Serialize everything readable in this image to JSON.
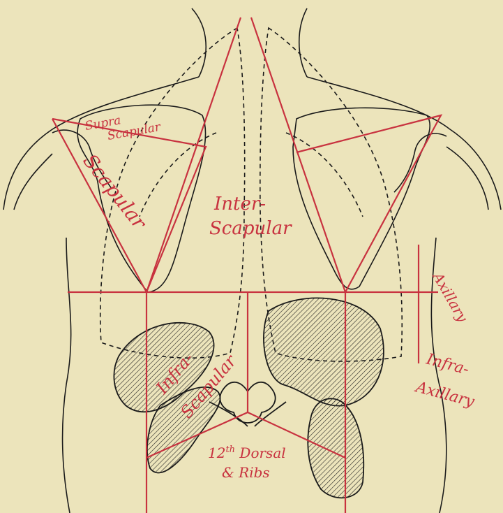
{
  "diagram": {
    "labels": {
      "supra_1": "Supra",
      "supra_2": "Scapular",
      "scapular": "Scapular",
      "inter_1": "Inter-",
      "inter_2": "Scapular",
      "axillary": "Axillary",
      "infra_axillary_1": "Infra-",
      "infra_axillary_2": "Axillary",
      "infra_scapular_1": "Infra-",
      "infra_scapular_2": "Scapular",
      "dorsal_num": "12",
      "dorsal_sup": "th",
      "dorsal_rest": " Dorsal",
      "ribs": "& Ribs"
    },
    "colors": {
      "background": "#ece4bb",
      "region_lines": "#c8323f",
      "outline": "#1a1a1a"
    }
  }
}
